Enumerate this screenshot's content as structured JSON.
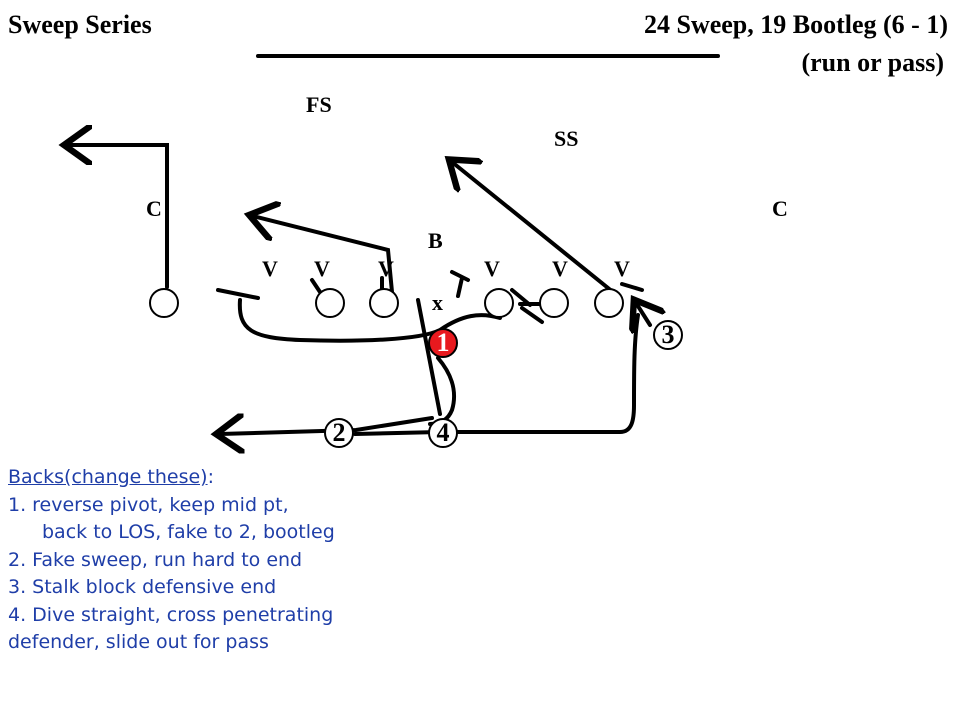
{
  "title": {
    "left": "Sweep Series",
    "right": "24 Sweep, 19 Bootleg (6 - 1)",
    "sub": "(run or pass)"
  },
  "defense": {
    "fs": "FS",
    "ss": "SS",
    "cb_left": "C",
    "cb_right": "C",
    "backer": "B",
    "linemen": [
      "V",
      "V",
      "V",
      "V",
      "V",
      "V"
    ],
    "center_mark": "x"
  },
  "backs": [
    "1",
    "2",
    "3",
    "4"
  ],
  "colors": {
    "qb_fill": "#e8191e",
    "notes_text": "#1f3ea8"
  },
  "notes": {
    "header": "Backs(change these)",
    "header_colon": ":",
    "line1": "1. reverse pivot, keep mid pt,",
    "line1b": "back to LOS, fake to 2, bootleg",
    "line2": "2. Fake sweep, run hard to end",
    "line3": "3. Stalk block defensive end",
    "line4": "4. Dive straight, cross penetrating",
    "line4b": "defender, slide out for pass"
  }
}
